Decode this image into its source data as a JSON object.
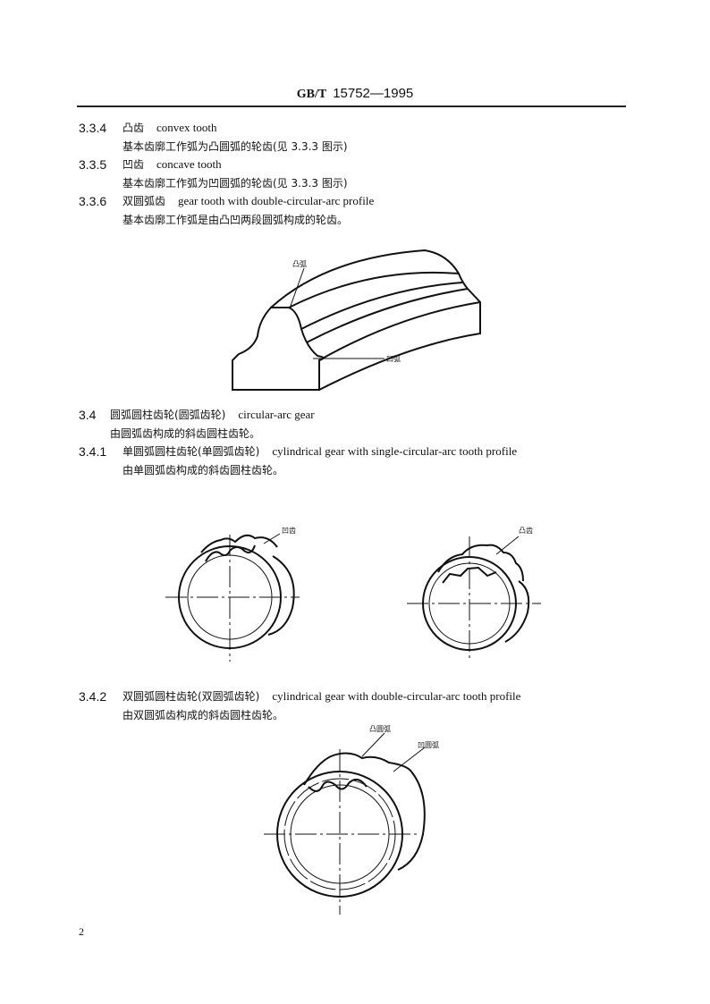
{
  "header": {
    "std": "GB/T",
    "number": "15752—1995"
  },
  "sections": [
    {
      "num": "3.3.4",
      "term_cn": "凸齿",
      "term_en": "convex tooth",
      "definition": "基本齿廓工作弧为凸圆弧的轮齿(见 3.3.3 图示)"
    },
    {
      "num": "3.3.5",
      "term_cn": "凹齿",
      "term_en": "concave tooth",
      "definition": "基本齿廓工作弧为凹圆弧的轮齿(见 3.3.3 图示)"
    },
    {
      "num": "3.3.6",
      "term_cn": "双圆弧齿",
      "term_en": "gear tooth with double-circular-arc profile",
      "definition": "基本齿廓工作弧是由凸凹两段圆弧构成的轮齿。"
    },
    {
      "num": "3.4",
      "term_cn": "圆弧圆柱齿轮(圆弧齿轮)",
      "term_en": "circular-arc gear",
      "definition": "由圆弧齿构成的斜齿圆柱齿轮。"
    },
    {
      "num": "3.4.1",
      "term_cn": "单圆弧圆柱齿轮(单圆弧齿轮)",
      "term_en": "cylindrical gear with single-circular-arc tooth profile",
      "definition": "由单圆弧齿构成的斜齿圆柱齿轮。"
    },
    {
      "num": "3.4.2",
      "term_cn": "双圆弧圆柱齿轮(双圆弧齿轮)",
      "term_en": "cylindrical gear with double-circular-arc tooth profile",
      "definition": "由双圆弧齿构成的斜齿圆柱齿轮。"
    }
  ],
  "figures": {
    "tooth_profile": {
      "label_convex": "凸弧",
      "label_concave": "凹弧"
    },
    "single_arc_concave": {
      "label": "凹齿"
    },
    "single_arc_convex": {
      "label": "凸齿"
    },
    "double_arc": {
      "label_convex": "凸圆弧",
      "label_concave": "凹圆弧"
    }
  },
  "page_number": "2"
}
